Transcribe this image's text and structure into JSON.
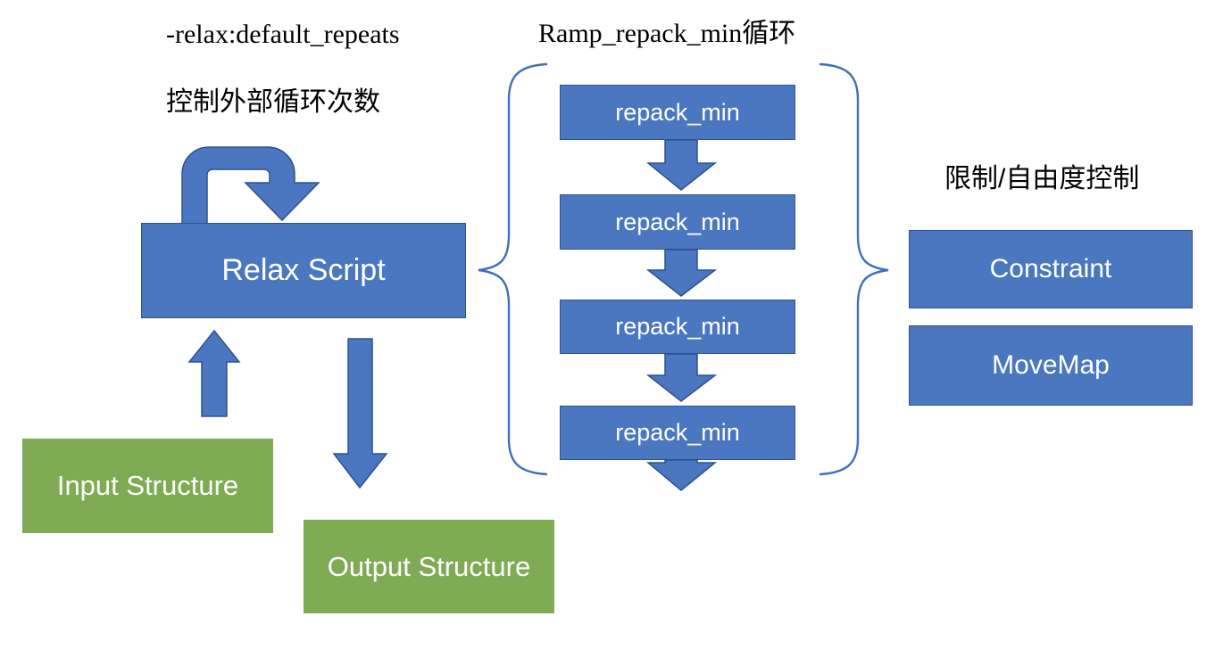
{
  "diagram": {
    "title_top_center": "Ramp_repack_min循环",
    "annotations": {
      "relax_flag": "-relax:default_repeats",
      "relax_flag_note": "控制外部循环次数",
      "constraint_group_label": "限制/自由度控制"
    },
    "nodes": {
      "relax_script": "Relax Script",
      "input_structure": "Input Structure",
      "output_structure": "Output Structure",
      "constraint": "Constraint",
      "movemap": "MoveMap",
      "repack_min_steps": [
        "repack_min",
        "repack_min",
        "repack_min",
        "repack_min"
      ]
    },
    "colors": {
      "box_blue_fill": "#4a77c0",
      "box_blue_border": "#2e5290",
      "box_green_fill": "#7fab55",
      "brace_stroke": "#3f6fbd",
      "text_on_box": "#ffffff",
      "label_text": "#000000",
      "background": "#ffffff"
    },
    "connectors": {
      "loop_back_arrow": "relax-script-self-loop",
      "input_to_relax": "arrow-up",
      "relax_to_output": "arrow-down",
      "repack_chain": "arrow-down",
      "left_brace": "brace-open",
      "right_brace": "brace-close"
    }
  }
}
